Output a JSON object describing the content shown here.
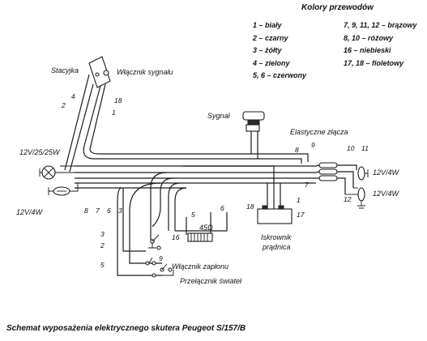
{
  "legend": {
    "title": "Kolory przewodów",
    "left": [
      "1 – biały",
      "2 – czarny",
      "3 – żółty",
      "4 – zielony",
      "5, 6 – czerwony"
    ],
    "right": [
      "7, 9, 11, 12 – brązowy",
      "8, 10 – różowy",
      "16 – niebieski",
      "17, 18 – fioletowy"
    ]
  },
  "labels": {
    "stacyjka": "Stacyjka",
    "wlacznik_sygnalu": "Włącznik sygnału",
    "sygnal": "Sygnał",
    "elastyczne_zlacza": "Elastyczne złącza",
    "head_lamp": "12V/25/25W",
    "rear_lamp": "12V/4W",
    "right_lamp_1": "12V/4W",
    "right_lamp_2": "12V/4W",
    "iskrownik_1": "Iskrownik",
    "iskrownik_2": "prądnica",
    "resistor": "45Ω",
    "wlacznik_zaplonu": "Włącznik zapłonu",
    "przelacznik_swiatel": "Przełącznik świateł"
  },
  "wire_numbers": {
    "w4": "4",
    "w2": "2",
    "w18a": "18",
    "w1a": "1",
    "w8a": "8",
    "w9a": "9",
    "w10": "10",
    "w11": "11",
    "w7a": "7",
    "w12": "12",
    "b8": "8",
    "b7": "7",
    "b6": "6",
    "b3": "3",
    "w18b": "18",
    "w1b": "1",
    "w17": "17",
    "r5": "5",
    "r6": "6",
    "w16": "16",
    "l3": "3",
    "l2": "2",
    "l5": "5",
    "w9b": "9"
  },
  "caption": "Schemat wyposażenia elektrycznego skutera Peugeot S/157/B",
  "colors": {
    "ink": "#1a1a1a",
    "paper": "#ffffff"
  }
}
